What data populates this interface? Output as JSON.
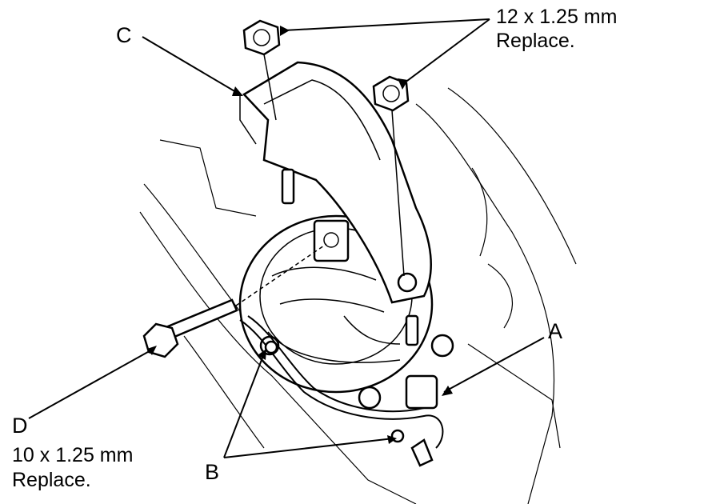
{
  "callouts": {
    "a": {
      "label": "A"
    },
    "b": {
      "label": "B"
    },
    "c": {
      "label": "C"
    },
    "d": {
      "label": "D",
      "spec": "10 x 1.25 mm",
      "note": "Replace."
    },
    "top_nuts": {
      "spec": "12 x 1.25 mm",
      "note": "Replace."
    }
  },
  "colors": {
    "ink": "#000000",
    "paper": "#ffffff"
  }
}
